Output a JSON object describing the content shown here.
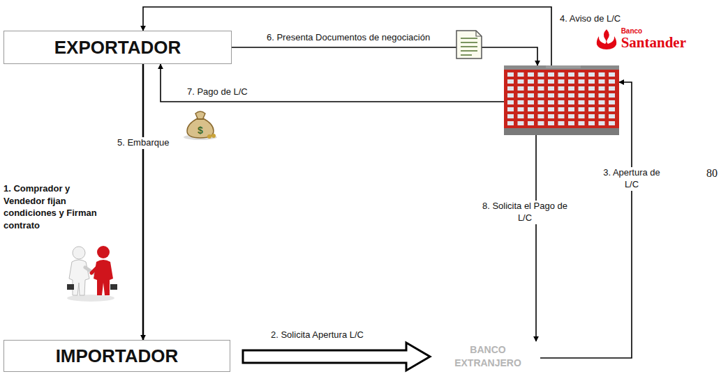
{
  "diagram": {
    "nodes": [
      {
        "text": [
          "EXPORTADOR"
        ]
      },
      {
        "text": [
          "IMPORTADOR"
        ]
      },
      {
        "text": [
          "BANCO EXTRANJERO"
        ]
      },
      {
        "text": [
          "Banco",
          "Santander"
        ]
      }
    ],
    "edges": [
      {
        "from": 3,
        "to": 0,
        "label": "4. Aviso de L/C",
        "arrow": "to"
      },
      {
        "from": 0,
        "to": 3,
        "label": "6. Presenta Documentos de negociación",
        "arrow": "to"
      },
      {
        "from": 3,
        "to": 0,
        "label": "7. Pago de L/C",
        "arrow": "to"
      },
      {
        "from": 0,
        "to": 1,
        "label": "5. Embarque",
        "arrow": "to"
      },
      {
        "from": 1,
        "to": 2,
        "label": "2. Solicita Apertura L/C",
        "arrow": "to"
      },
      {
        "from": 2,
        "to": 3,
        "label": "3. Apertura de L/C",
        "arrow": "to"
      },
      {
        "from": 3,
        "to": 2,
        "label": "8. Solicita el Pago de L/C",
        "arrow": "to"
      }
    ],
    "labels": [
      "1. Comprador y Vendedor fijan condiciones y Firman contrato",
      "80"
    ]
  }
}
